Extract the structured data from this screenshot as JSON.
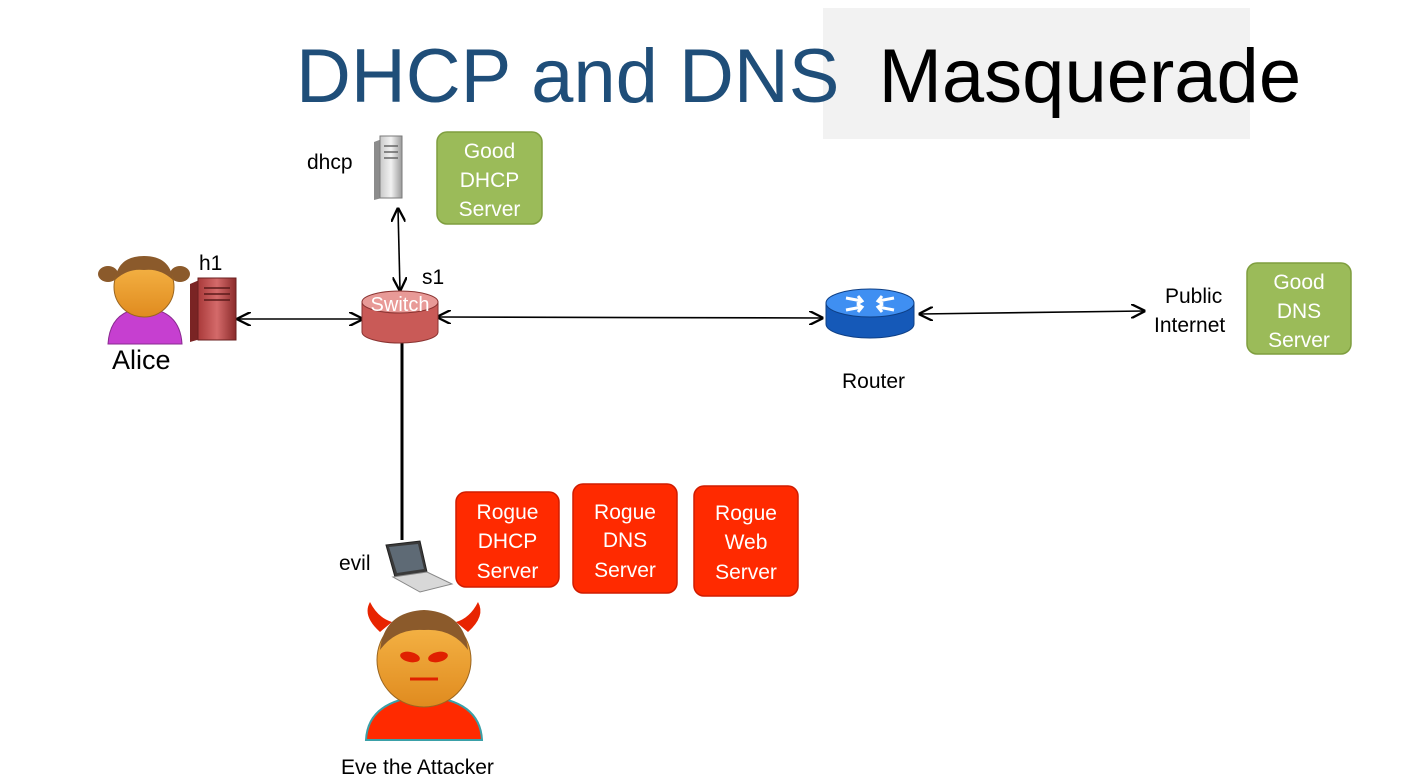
{
  "title": {
    "part1": "DHCP and DNS",
    "part2": "Masquerade"
  },
  "nodes": {
    "dhcp_label": "dhcp",
    "h1_label": "h1",
    "alice_label": "Alice",
    "s1_label": "s1",
    "switch_text": "Switch",
    "router_label": "Router",
    "internet_label": [
      "Public",
      "Internet"
    ],
    "evil_label": "evil",
    "eve_label": "Eve the Attacker"
  },
  "boxes": {
    "good_dhcp": [
      "Good",
      "DHCP",
      "Server"
    ],
    "good_dns": [
      "Good",
      "DNS",
      "Server"
    ],
    "rogue_dhcp": [
      "Rogue",
      "DHCP",
      "Server"
    ],
    "rogue_dns": [
      "Rogue",
      "DNS",
      "Server"
    ],
    "rogue_web": [
      "Rogue",
      "Web",
      "Server"
    ]
  },
  "colors": {
    "title_blue": "#1f4e79",
    "good_box": "#9bbb59",
    "rogue_box": "#ff2a00",
    "switch": "#d9706d",
    "router": "#1e6fdb"
  },
  "icons": [
    "server-icon",
    "switch-icon",
    "router-icon",
    "laptop-icon",
    "alice-avatar",
    "eve-avatar"
  ]
}
